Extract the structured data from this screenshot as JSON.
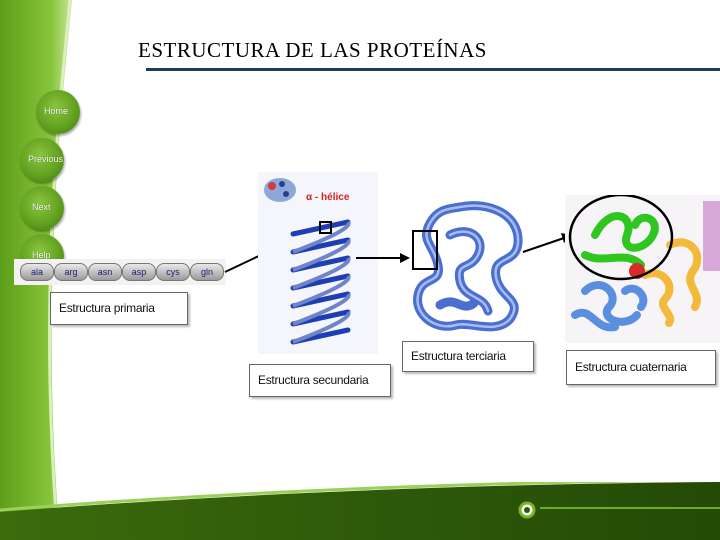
{
  "title": "ESTRUCTURA DE LAS PROTEÍNAS",
  "nav": {
    "home": "Home",
    "previous": "Previous",
    "next": "Next",
    "help": "Help"
  },
  "amino_acids": [
    "ala",
    "arg",
    "asn",
    "asp",
    "cys",
    "gln"
  ],
  "labels": {
    "primaria": "Estructura primaria",
    "secundaria": "Estructura secundaria",
    "terciaria": "Estructura terciaria",
    "cuaternaria": "Estructura cuaternaria",
    "helice": "α - hélice"
  },
  "colors": {
    "green": "#7ab51d",
    "dark_blue": "#1f3a5f",
    "helix_blue": "#1e3fb4"
  }
}
